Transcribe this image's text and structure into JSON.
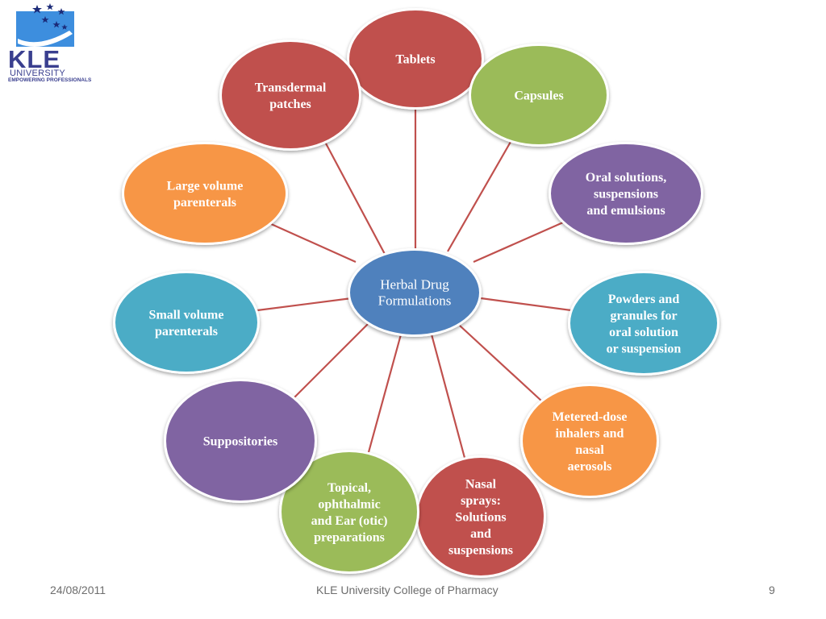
{
  "logo": {
    "name": "KLE",
    "line1": "UNIVERSITY",
    "line2": "EMPOWERING PROFESSIONALS"
  },
  "center": {
    "lines": [
      "Herbal Drug",
      "Formulations"
    ],
    "color": "#4f81bd"
  },
  "nodes": [
    {
      "id": "tablets",
      "lines": [
        "Tablets"
      ],
      "color": "#c0504d"
    },
    {
      "id": "capsules",
      "lines": [
        "Capsules"
      ],
      "color": "#9bbb59"
    },
    {
      "id": "oral-solutions",
      "lines": [
        "Oral solutions,",
        "suspensions",
        "and emulsions"
      ],
      "color": "#8064a2"
    },
    {
      "id": "powders",
      "lines": [
        "Powders and",
        "granules for",
        "oral solution",
        "or suspension"
      ],
      "color": "#4bacc6"
    },
    {
      "id": "inhalers",
      "lines": [
        "Metered-dose",
        "inhalers and",
        "nasal",
        "aerosols"
      ],
      "color": "#f79646"
    },
    {
      "id": "nasal-sprays",
      "lines": [
        "Nasal",
        "sprays:",
        "Solutions",
        "and",
        "suspensions"
      ],
      "color": "#c0504d"
    },
    {
      "id": "topical",
      "lines": [
        "Topical,",
        "ophthalmic",
        "and Ear (otic)",
        "preparations"
      ],
      "color": "#9bbb59"
    },
    {
      "id": "suppositories",
      "lines": [
        "Suppositories"
      ],
      "color": "#8064a2"
    },
    {
      "id": "small-volume",
      "lines": [
        "Small volume",
        "parenterals"
      ],
      "color": "#4bacc6"
    },
    {
      "id": "large-volume",
      "lines": [
        "Large volume",
        "parenterals"
      ],
      "color": "#f79646"
    },
    {
      "id": "transdermal",
      "lines": [
        "Transdermal",
        "patches"
      ],
      "color": "#c0504d"
    }
  ],
  "footer": {
    "date": "24/08/2011",
    "org": "KLE University College of Pharmacy",
    "page": "9"
  }
}
